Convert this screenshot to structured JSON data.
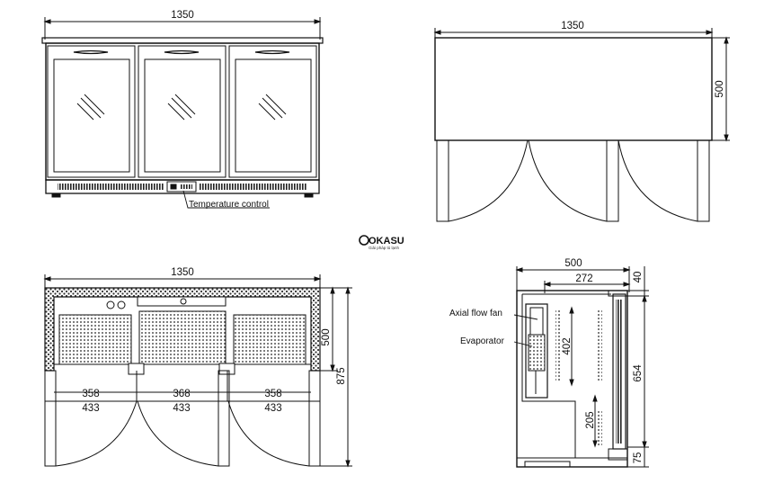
{
  "front_view": {
    "width_label": "1350",
    "callout": "Temperature control"
  },
  "top_view": {
    "width_label": "1350",
    "depth_label": "500"
  },
  "plan_view": {
    "width_label": "1350",
    "depth_label": "500",
    "open_depth_label": "875",
    "inner_widths": [
      "358",
      "368",
      "358"
    ],
    "door_widths": [
      "433",
      "433",
      "433"
    ]
  },
  "side_view": {
    "depth_label": "500",
    "inner_depth_label": "272",
    "top_offset_label": "40",
    "height_label": "654",
    "evap_height_label": "402",
    "lower_height_label": "205",
    "base_label": "75",
    "callouts": [
      "Axial flow fan",
      "Evaporator"
    ]
  },
  "logo": {
    "brand": "OKASU",
    "tagline": "Giải pháp tủ lạnh"
  }
}
